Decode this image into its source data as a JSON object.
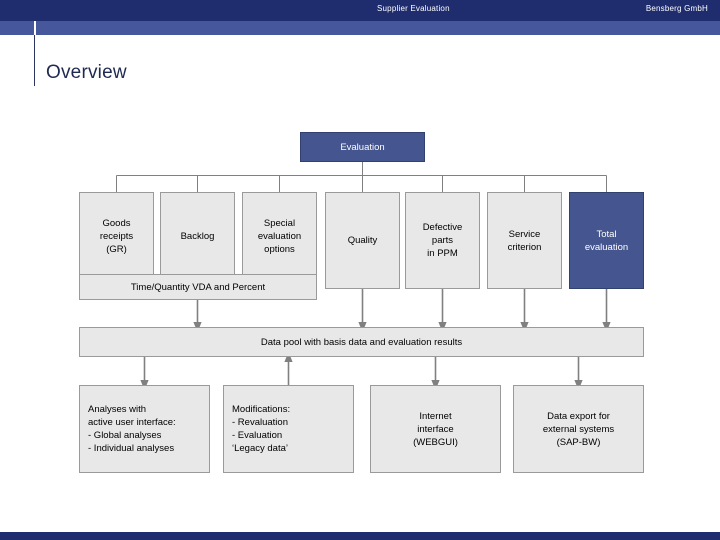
{
  "header": {
    "center_title": "Supplier Evaluation",
    "right_title": "Bensberg GmbH"
  },
  "page": {
    "title": "Overview"
  },
  "colors": {
    "header_bar": "#1f2d6e",
    "sub_bar": "#46589b",
    "accent_node": "#44558f",
    "node_fill": "#e8e8e8",
    "node_border": "#9a9a9a",
    "connector": "#808080",
    "title_text": "#1f2a52"
  },
  "diagram": {
    "root": {
      "label": "Evaluation"
    },
    "criteria": [
      {
        "label": "Goods\nreceipts\n(GR)",
        "accent": false
      },
      {
        "label": "Backlog",
        "accent": false
      },
      {
        "label": "Special\nevaluation\noptions",
        "accent": false
      },
      {
        "label": "Quality",
        "accent": false
      },
      {
        "label": "Defective\nparts\nin PPM",
        "accent": false
      },
      {
        "label": "Service\ncriterion",
        "accent": false
      },
      {
        "label": "Total\nevaluation",
        "accent": true
      }
    ],
    "subband": {
      "label": "Time/Quantity VDA and Percent"
    },
    "datapool": {
      "label": "Data pool with basis data and evaluation results"
    },
    "outputs": [
      {
        "label": "Analyses with\nactive user interface:\n- Global analyses\n- Individual analyses",
        "align": "left",
        "arrow": "down"
      },
      {
        "label": "Modifications:\n- Revaluation\n- Evaluation\n  ‘Legacy data’",
        "align": "left",
        "arrow": "up"
      },
      {
        "label": "Internet\ninterface\n(WEBGUI)",
        "align": "center",
        "arrow": "down"
      },
      {
        "label": "Data export for\nexternal systems\n(SAP-BW)",
        "align": "center",
        "arrow": "down"
      }
    ]
  }
}
